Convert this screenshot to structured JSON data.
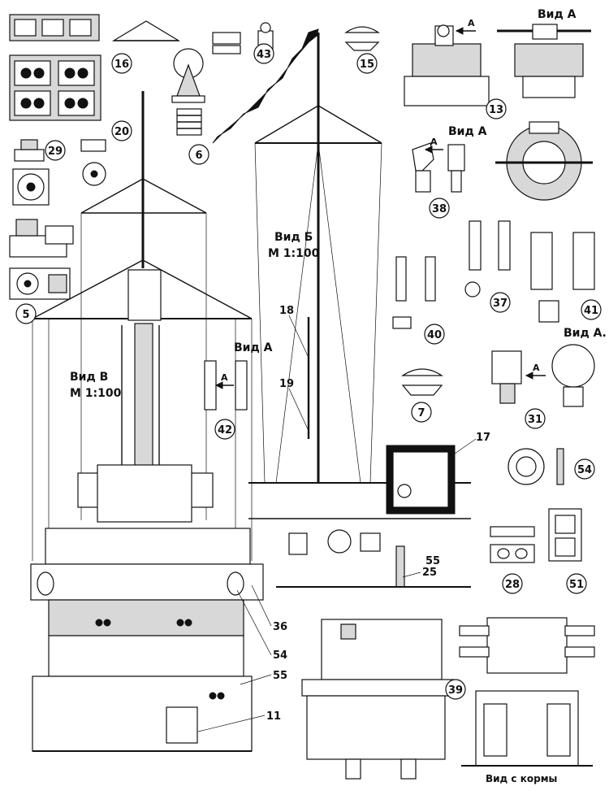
{
  "callouts": {
    "c16": "16",
    "c43": "43",
    "c15": "15",
    "c13": "13",
    "c20": "20",
    "c6": "6",
    "c29": "29",
    "c5": "5",
    "c38": "38",
    "c37": "37",
    "c40": "40",
    "c41": "41",
    "c42": "42",
    "c7": "7",
    "c31": "31",
    "c54": "54",
    "c28": "28",
    "c51": "51",
    "c39": "39"
  },
  "leaders": {
    "l18": "18",
    "l19": "19",
    "l17": "17",
    "l55a": "55",
    "l25": "25",
    "l36": "36",
    "l54b": "54",
    "l55b": "55",
    "l11": "11",
    "arrowA": "A"
  },
  "titles": {
    "view_a_13": "Вид А",
    "view_a_38": "Вид А",
    "view_a_42": "Вид А",
    "view_a_31": "Вид А.",
    "view_b": "Вид Б",
    "view_b_scale": "М 1:100",
    "view_v": "Вид В",
    "view_v_scale": "М 1:100",
    "view_stern": "Вид с кормы"
  }
}
